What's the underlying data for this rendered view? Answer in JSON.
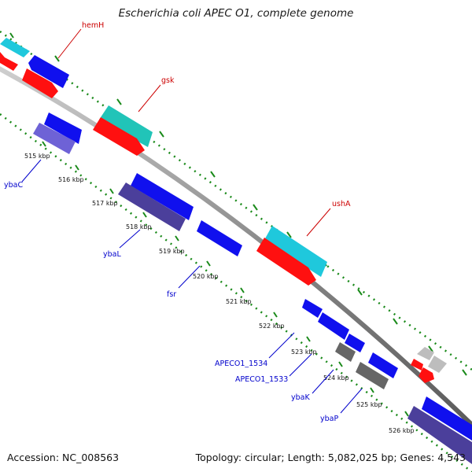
{
  "title": "Escherichia coli APEC O1, complete genome",
  "footer": {
    "accession": "Accession: NC_008563",
    "summary": "Topology: circular; Length: 5,082,025 bp; Genes: 4,543"
  },
  "colors": {
    "forward_gene": "#1010ee",
    "reverse_gene": "#4b3f9b",
    "hypothetical": "#666666",
    "forward_cds": "#ff1010",
    "rna": "#1fc8dc",
    "backbone": "#888888",
    "tick": "#1a8a1a",
    "label_blue": "#0000cc",
    "label_red": "#cc0000"
  },
  "kbp_labels": [
    {
      "name": "515 kbp"
    },
    {
      "name": "516 kbp"
    },
    {
      "name": "517 kbp"
    },
    {
      "name": "518 kbp"
    },
    {
      "name": "519 kbp"
    },
    {
      "name": "520 kbp"
    },
    {
      "name": "521 kbp"
    },
    {
      "name": "522 kbp"
    },
    {
      "name": "523 kbp"
    },
    {
      "name": "524 kbp"
    },
    {
      "name": "525 kbp"
    },
    {
      "name": "526 kbp"
    }
  ],
  "gene_labels_top": [
    "hemH",
    "gsk",
    "ushA"
  ],
  "gene_labels_bottom": [
    "ybaC",
    "ybaL",
    "fsr",
    "APECO1_1534",
    "APECO1_1533",
    "ybaK",
    "ybaP"
  ]
}
